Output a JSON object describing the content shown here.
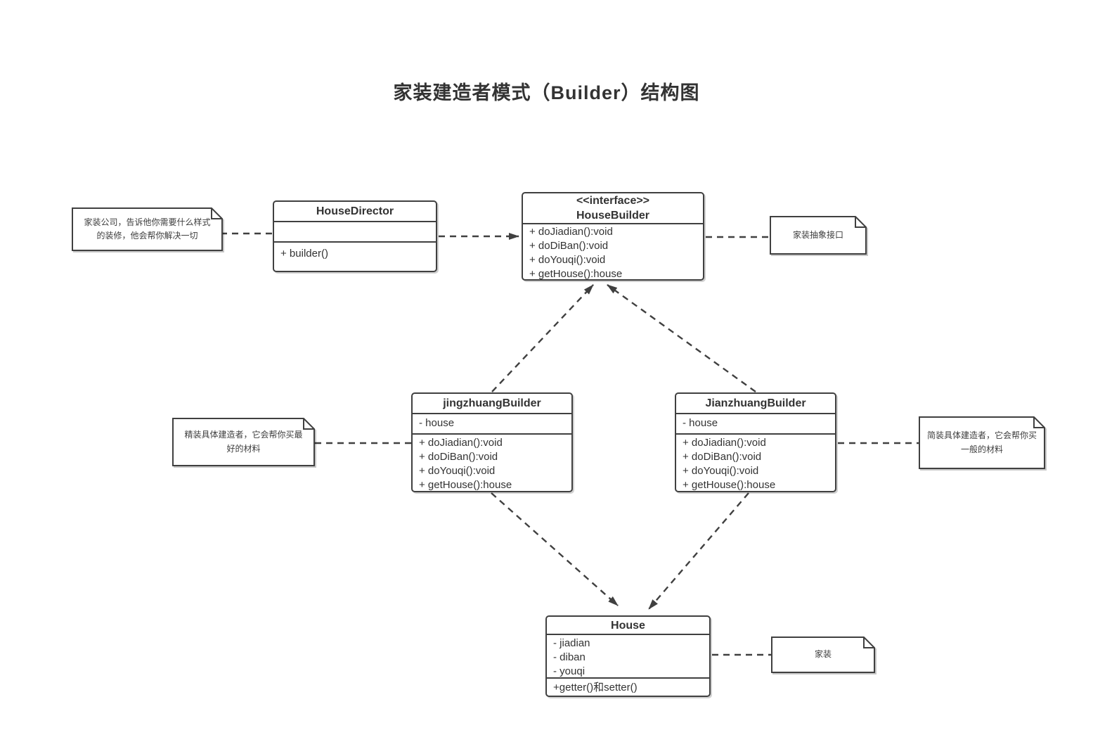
{
  "title": "家装建造者模式（Builder）结构图",
  "classes": {
    "house_director": {
      "name": "HouseDirector",
      "attributes": [],
      "methods": [
        "+ builder()"
      ]
    },
    "house_builder": {
      "stereotype": "<<interface>>",
      "name": "HouseBuilder",
      "methods": [
        "+ doJiadian():void",
        "+ doDiBan():void",
        "+ doYouqi():void",
        "+ getHouse():house"
      ]
    },
    "jingzhuang_builder": {
      "name": "jingzhuangBuilder",
      "attributes": [
        "- house"
      ],
      "methods": [
        "+ doJiadian():void",
        "+ doDiBan():void",
        "+ doYouqi():void",
        "+ getHouse():house"
      ]
    },
    "jianzhuang_builder": {
      "name": "JianzhuangBuilder",
      "attributes": [
        "- house"
      ],
      "methods": [
        "+ doJiadian():void",
        "+ doDiBan():void",
        "+ doYouqi():void",
        "+ getHouse():house"
      ]
    },
    "house": {
      "name": "House",
      "attributes": [
        "- jiadian",
        "- diban",
        "- youqi"
      ],
      "methods": [
        "+getter()和setter()"
      ]
    }
  },
  "notes": {
    "director_note": "家装公司，告诉他你需要什么样式的装修，他会帮你解决一切",
    "builder_note": "家装抽象接口",
    "jingzhuang_note": "精装具体建造者，它会帮你买最好的材料",
    "jianzhuang_note": "简装具体建造者，它会帮你买一般的材料",
    "house_note": "家装"
  },
  "colors": {
    "line": "#404040",
    "text": "#333333",
    "background": "#ffffff"
  }
}
